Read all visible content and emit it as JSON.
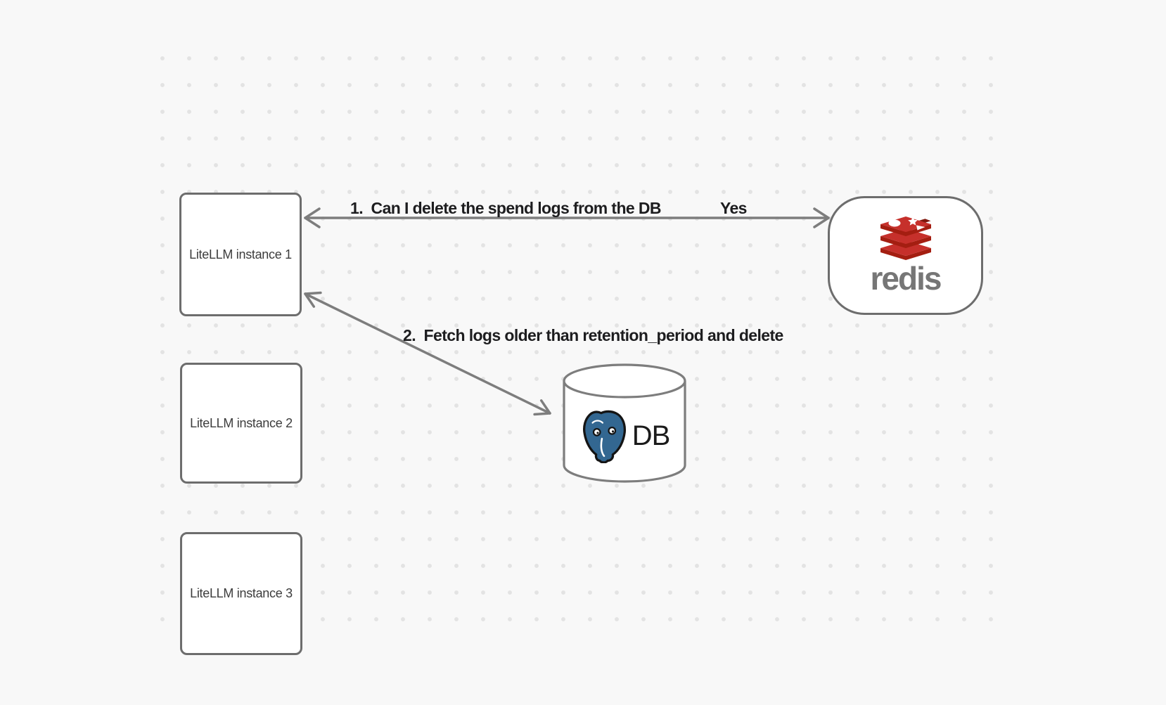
{
  "canvas": {
    "background_color": "#f8f8f8",
    "dot_color": "#e3e3e3",
    "stroke_color": "#7d7d7d"
  },
  "nodes": {
    "litellm_instances": [
      {
        "label": "LiteLLM instance 1"
      },
      {
        "label": "LiteLLM instance 2"
      },
      {
        "label": "LiteLLM instance 3"
      }
    ],
    "redis": {
      "label": "redis",
      "icon": "redis-logo-icon",
      "brand_red": "#c6302b",
      "brand_red_dark": "#a41e11",
      "wordmark_color": "#767676"
    },
    "db": {
      "label": "DB",
      "icon": "postgresql-elephant-icon",
      "postgres_blue": "#336791"
    }
  },
  "edges": [
    {
      "label": "1.  Can I delete the spend logs from the DB",
      "response": "Yes",
      "from": "LiteLLM instance 1",
      "to": "redis",
      "arrowheads": "both"
    },
    {
      "label": "2.  Fetch logs older than retention_period and delete",
      "from": "LiteLLM instance 1",
      "to": "DB",
      "arrowheads": "both"
    }
  ]
}
